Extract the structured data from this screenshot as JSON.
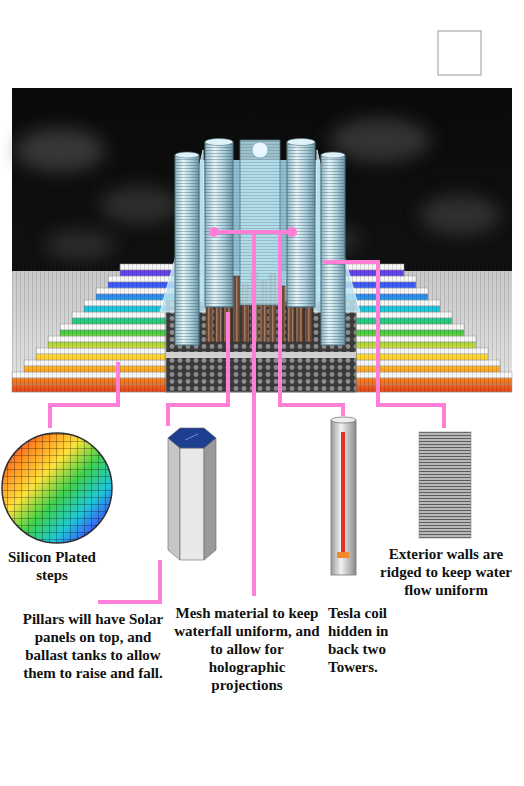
{
  "diagram": {
    "labels": [
      "Silicon Plated steps",
      "Pillars will have Solar panels on top, and ballast tanks to allow them to raise and fall.",
      "Mesh material to keep waterfall uniform, and to allow for holographic projections",
      "Tesla coil hidden in back two Towers.",
      "Exterior walls are ridged to keep water flow uniform"
    ]
  }
}
